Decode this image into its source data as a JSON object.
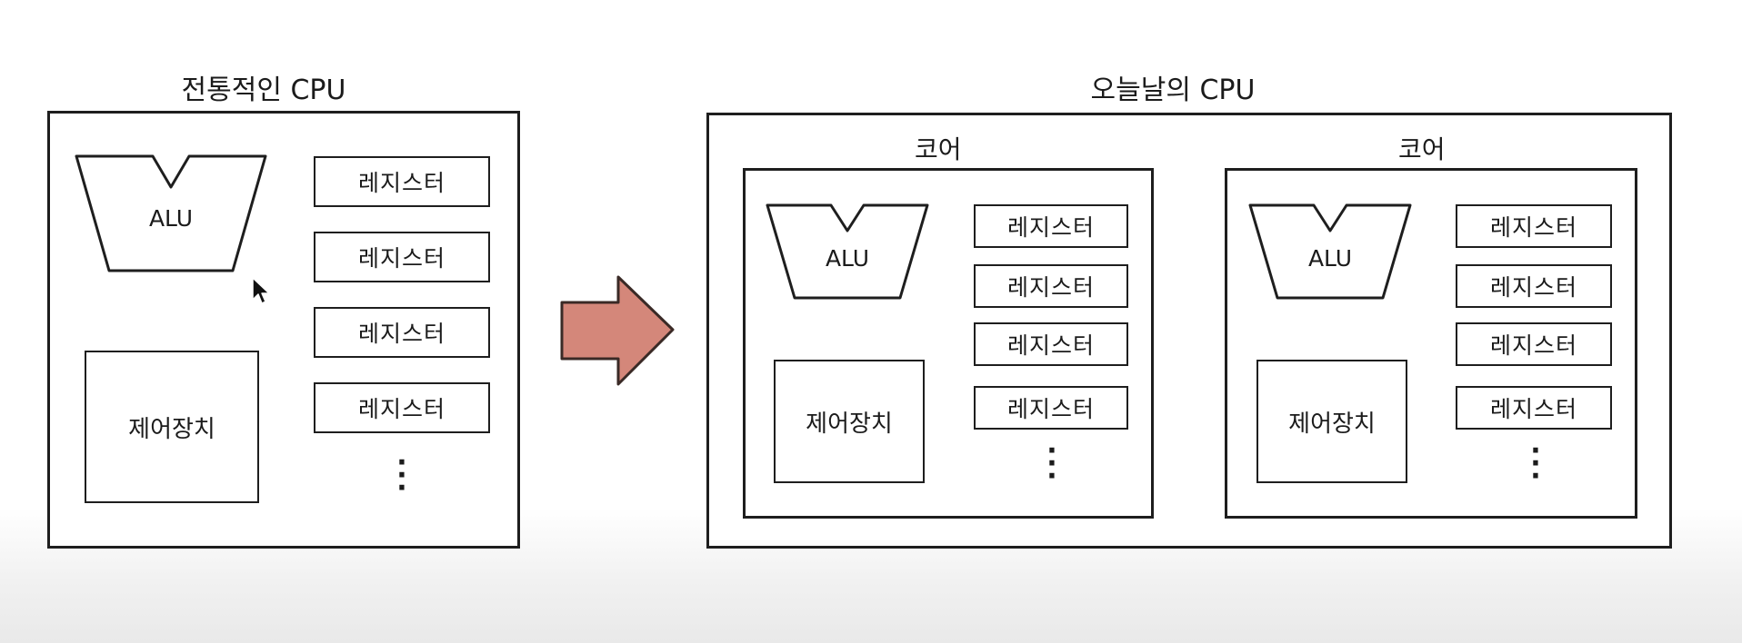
{
  "traditional": {
    "title": "전통적인 CPU",
    "alu_label": "ALU",
    "control_label": "제어장치",
    "registers": [
      "레지스터",
      "레지스터",
      "레지스터",
      "레지스터"
    ]
  },
  "modern": {
    "title": "오늘날의 CPU",
    "cores": [
      {
        "label": "코어",
        "alu_label": "ALU",
        "control_label": "제어장치",
        "registers": [
          "레지스터",
          "레지스터",
          "레지스터",
          "레지스터"
        ]
      },
      {
        "label": "코어",
        "alu_label": "ALU",
        "control_label": "제어장치",
        "registers": [
          "레지스터",
          "레지스터",
          "레지스터",
          "레지스터"
        ]
      }
    ]
  },
  "colors": {
    "arrow_fill": "#d4877a",
    "arrow_stroke": "#3a2a26",
    "line": "#1e1e1e"
  }
}
